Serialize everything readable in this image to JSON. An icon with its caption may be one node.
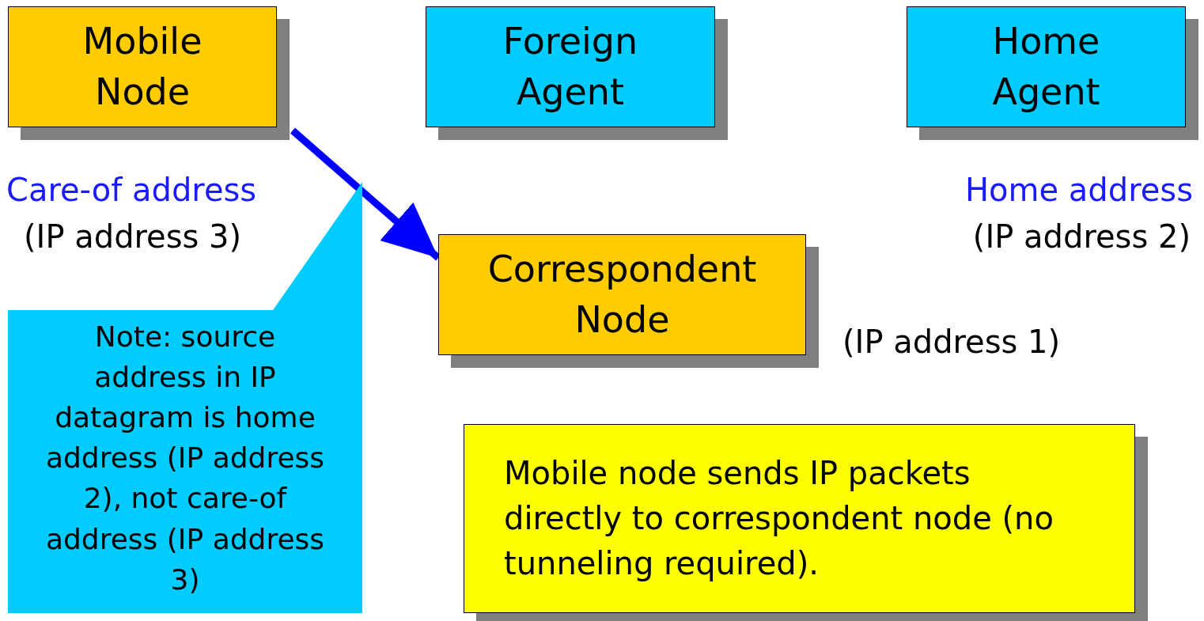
{
  "diagram": {
    "nodes": [
      {
        "text": [
          "Mobile Node"
        ]
      },
      {
        "text": [
          "Foreign Agent"
        ]
      },
      {
        "text": [
          "Home Agent"
        ],
        "beside": [
          "Home address",
          "(IP address 2)"
        ]
      },
      {
        "text": [
          "Correspondent Node"
        ],
        "beside": [
          "(IP address 1)"
        ]
      },
      {
        "text": [
          "Note: source address in IP datagram is home address (IP address 2), not care-of address (IP address 3)"
        ]
      },
      {
        "text": [
          "Mobile node sends IP packets directly to correspondent node (no tunneling required)."
        ]
      }
    ],
    "edges": [
      {
        "from": 0,
        "to": 3,
        "arrow": "to"
      }
    ],
    "labels": [
      "Care-of address",
      "(IP address 3)"
    ]
  }
}
